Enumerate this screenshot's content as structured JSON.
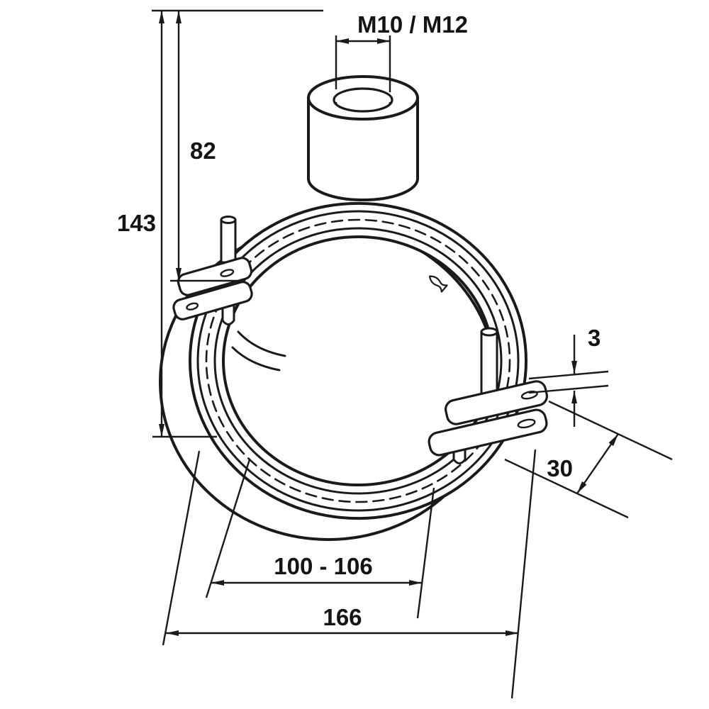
{
  "page": {
    "background_color": "#ffffff"
  },
  "drawing": {
    "kind": "dimensioned-technical-line-drawing",
    "subject": "pipe clamp with rubber inlay and threaded boss",
    "line_color": "#1a1a1a",
    "dimensions": {
      "thread_size": "M10 / M12",
      "height_to_flange": "82",
      "total_height": "143",
      "band_thickness": "3",
      "band_width": "30",
      "clamping_range": "100 - 106",
      "overall_width": "166"
    }
  }
}
